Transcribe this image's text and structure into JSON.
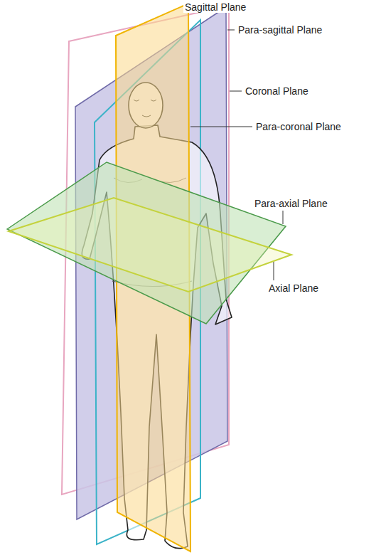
{
  "diagram": {
    "labels": [
      "Sagittal Plane",
      "Para-sagittal Plane",
      "Coronal Plane",
      "Para-coronal Plane",
      "Para-axial Plane",
      "Axial Plane"
    ]
  }
}
